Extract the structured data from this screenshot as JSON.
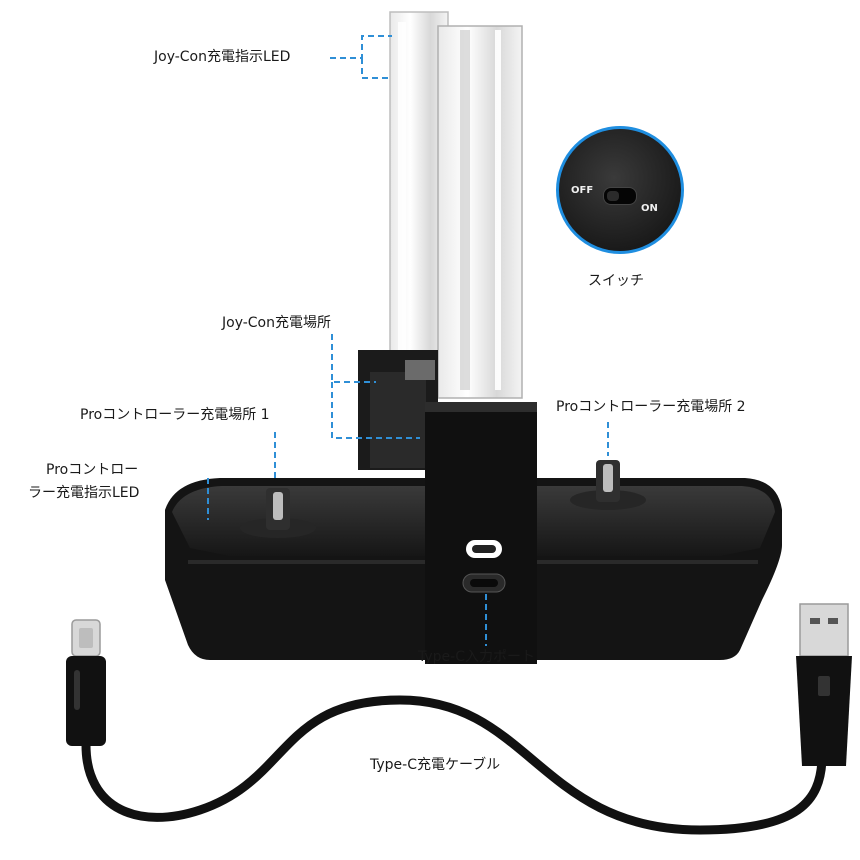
{
  "labels": {
    "joycon_led": "Joy-Con充電指示LED",
    "switch_label": "スイッチ",
    "joycon_slot": "Joy-Con充電場所",
    "pro_slot_1": "Proコントローラー充電場所 1",
    "pro_slot_2": "Proコントローラー充電場所 2",
    "pro_led_line1": "Proコントロー",
    "pro_led_line2": "ラー充電指示LED",
    "typec_port": "Type-C入力ポート",
    "typec_cable": "Type-C充電ケーブル"
  },
  "switch_inset": {
    "off_text": "OFF",
    "on_text": "ON"
  },
  "colors": {
    "callout_line": "#2f8fd6",
    "dock_body": "#141414",
    "inset_ring": "#1f8ee0"
  }
}
